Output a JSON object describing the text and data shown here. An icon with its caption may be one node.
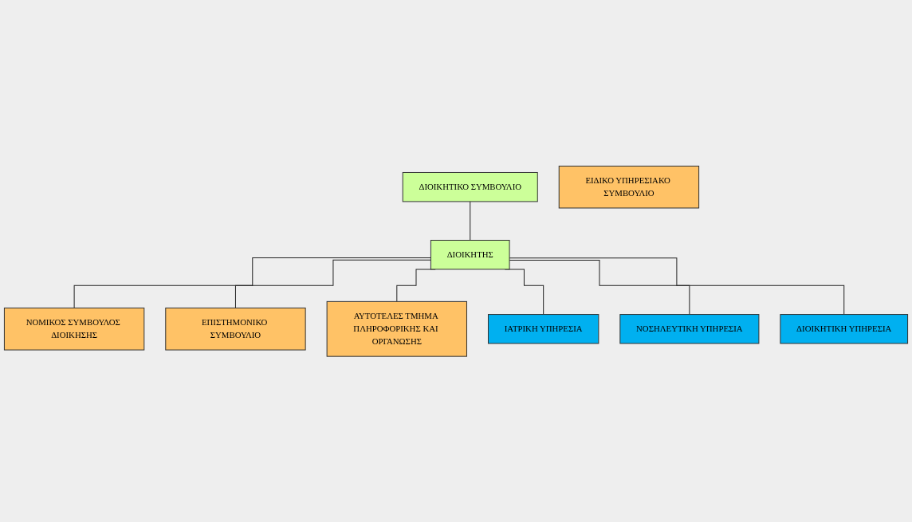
{
  "diagram": {
    "nodes": [
      {
        "text": [
          "ΔΙΟΙΚΗΤΙΚΟ ΣΥΜΒΟΥΛΙΟ"
        ]
      },
      {
        "text": [
          "ΔΙΟΙΚΗΤΗΣ"
        ]
      },
      {
        "text": [
          "ΝΟΜΙΚΟΣ ΣΥΜΒΟΥΛΟΣ ΔΙΟΙΚΗΣΗΣ"
        ]
      },
      {
        "text": [
          "ΕΠΙΣΤΗΜΟΝΙΚΟ ΣΥΜΒΟΥΛΙΟ"
        ]
      },
      {
        "text": [
          "ΕΙΔΙΚΟ ΥΠΗΡΕΣΙΑΚΟ ΣΥΜΒΟΥΛΙΟ"
        ]
      },
      {
        "text": [
          "ΑΥΤΟΤΕΛΕΣ ΤΜΗΜΑ ΠΛΗΡΟΦΟΡΙΚΗΣ ΚΑΙ ΟΡΓΑΝΩΣΗΣ"
        ]
      },
      {
        "text": [
          "ΙΑΤΡΙΚΗ ΥΠΗΡΕΣΙΑ"
        ]
      },
      {
        "text": [
          "ΝΟΣΗΛΕΥΤΙΚΗ ΥΠΗΡΕΣΙΑ"
        ]
      },
      {
        "text": [
          "ΔΙΟΙΚΗΤΙΚΗ ΥΠΗΡΕΣΙΑ"
        ]
      }
    ],
    "edges": [
      {
        "from": 0,
        "to": 1,
        "arrow": "none"
      },
      {
        "from": 1,
        "to": 2,
        "arrow": "none"
      },
      {
        "from": 1,
        "to": 3,
        "arrow": "none"
      },
      {
        "from": 1,
        "to": 5,
        "arrow": "none"
      },
      {
        "from": 1,
        "to": 6,
        "arrow": "none"
      },
      {
        "from": 1,
        "to": 7,
        "arrow": "none"
      },
      {
        "from": 1,
        "to": 8,
        "arrow": "none"
      }
    ]
  }
}
